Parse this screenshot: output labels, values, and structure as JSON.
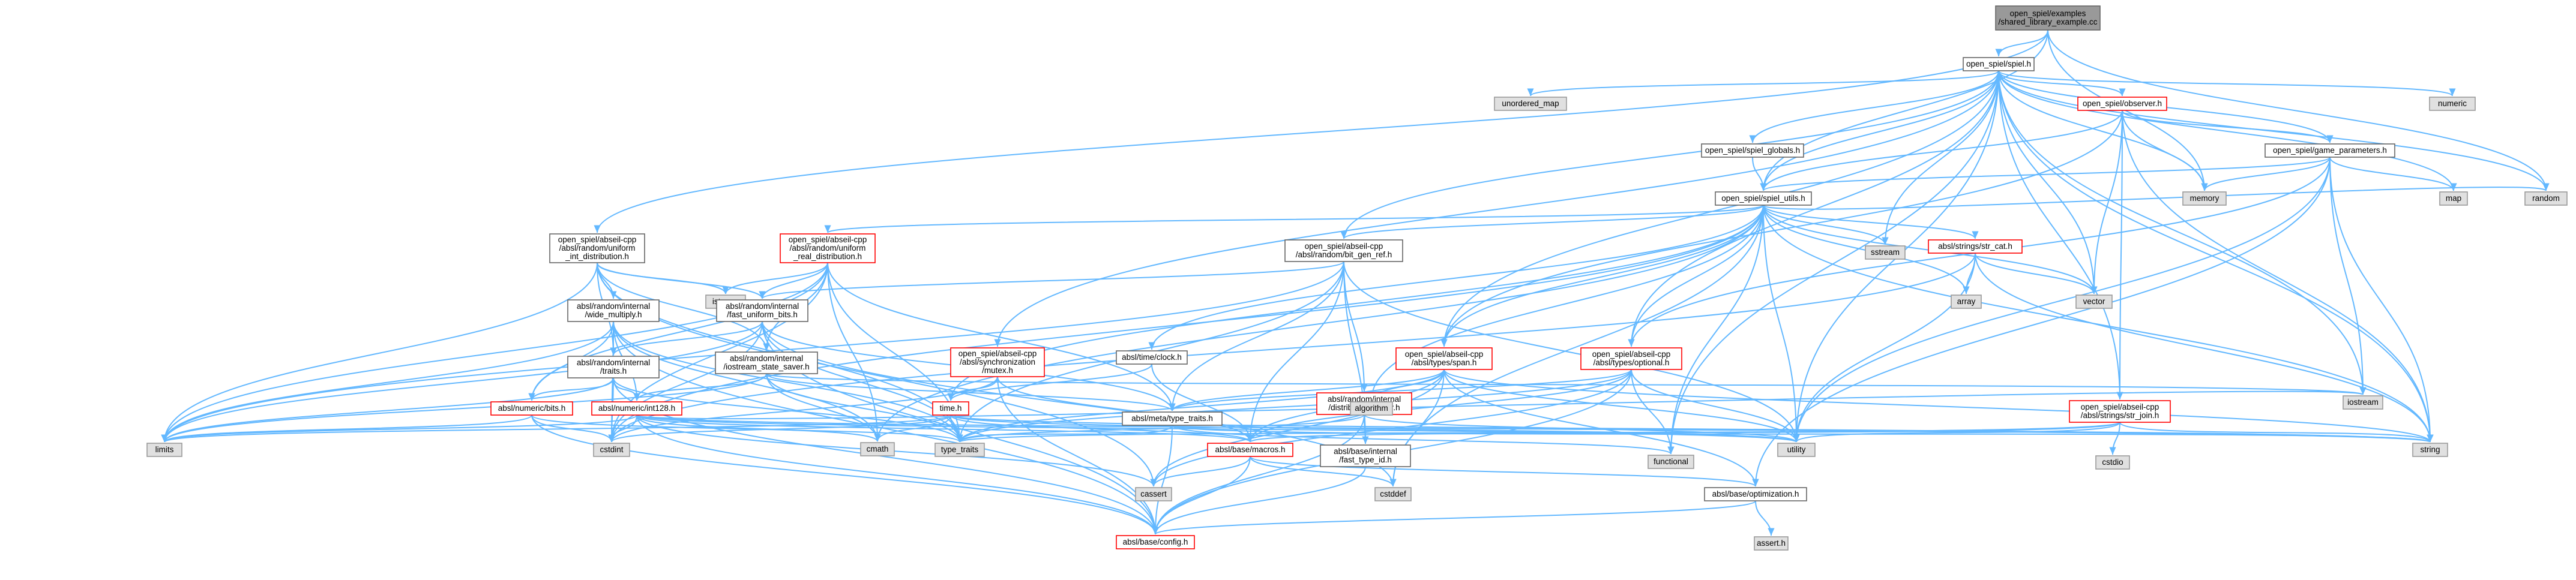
{
  "colors": {
    "background": "#ffffff",
    "node_fill": "#ffffff",
    "node_border": "#666666",
    "root_fill": "#999999",
    "root_border": "#666666",
    "system_fill": "#e0e0e0",
    "system_border": "#999999",
    "red_border": "#ff0000",
    "edge": "#63b8ff"
  },
  "nodes": [
    {
      "id": "root",
      "lines": [
        "open_spiel/examples",
        "/shared_library_example.cc"
      ],
      "kind": "root"
    },
    {
      "id": "spiel_h",
      "lines": [
        "open_spiel/spiel.h"
      ],
      "kind": "file"
    },
    {
      "id": "unordered_map",
      "lines": [
        "unordered_map"
      ],
      "kind": "system"
    },
    {
      "id": "spiel_globals",
      "lines": [
        "open_spiel/spiel_globals.h"
      ],
      "kind": "file"
    },
    {
      "id": "observer",
      "lines": [
        "open_spiel/observer.h"
      ],
      "kind": "red"
    },
    {
      "id": "game_parameters",
      "lines": [
        "open_spiel/game_parameters.h"
      ],
      "kind": "file"
    },
    {
      "id": "numeric",
      "lines": [
        "numeric"
      ],
      "kind": "system"
    },
    {
      "id": "memory",
      "lines": [
        "memory"
      ],
      "kind": "system"
    },
    {
      "id": "map",
      "lines": [
        "map"
      ],
      "kind": "system"
    },
    {
      "id": "random",
      "lines": [
        "random"
      ],
      "kind": "system"
    },
    {
      "id": "spiel_utils",
      "lines": [
        "open_spiel/spiel_utils.h"
      ],
      "kind": "file"
    },
    {
      "id": "sstream",
      "lines": [
        "sstream"
      ],
      "kind": "system"
    },
    {
      "id": "uniform_int",
      "lines": [
        "open_spiel/abseil-cpp",
        "/absl/random/uniform",
        "_int_distribution.h"
      ],
      "kind": "file"
    },
    {
      "id": "uniform_real",
      "lines": [
        "open_spiel/abseil-cpp",
        "/absl/random/uniform",
        "_real_distribution.h"
      ],
      "kind": "red"
    },
    {
      "id": "bit_gen_ref",
      "lines": [
        "open_spiel/abseil-cpp",
        "/absl/random/bit_gen_ref.h"
      ],
      "kind": "file"
    },
    {
      "id": "str_cat",
      "lines": [
        "absl/strings/str_cat.h"
      ],
      "kind": "red"
    },
    {
      "id": "array",
      "lines": [
        "array"
      ],
      "kind": "system"
    },
    {
      "id": "vector",
      "lines": [
        "vector"
      ],
      "kind": "system"
    },
    {
      "id": "istream",
      "lines": [
        "istream"
      ],
      "kind": "system"
    },
    {
      "id": "wide_multiply",
      "lines": [
        "absl/random/internal",
        "/wide_multiply.h"
      ],
      "kind": "file"
    },
    {
      "id": "fast_uniform_bits",
      "lines": [
        "absl/random/internal",
        "/fast_uniform_bits.h"
      ],
      "kind": "file"
    },
    {
      "id": "traits",
      "lines": [
        "absl/random/internal",
        "/traits.h"
      ],
      "kind": "file"
    },
    {
      "id": "iostream_state_saver",
      "lines": [
        "absl/random/internal",
        "/iostream_state_saver.h"
      ],
      "kind": "file"
    },
    {
      "id": "mutex",
      "lines": [
        "open_spiel/abseil-cpp",
        "/absl/synchronization",
        "/mutex.h"
      ],
      "kind": "red"
    },
    {
      "id": "clock",
      "lines": [
        "absl/time/clock.h"
      ],
      "kind": "file"
    },
    {
      "id": "span",
      "lines": [
        "open_spiel/abseil-cpp",
        "/absl/types/span.h"
      ],
      "kind": "red"
    },
    {
      "id": "optional",
      "lines": [
        "open_spiel/abseil-cpp",
        "/absl/types/optional.h"
      ],
      "kind": "red"
    },
    {
      "id": "distribution_caller",
      "lines": [
        "absl/random/internal",
        "/distribution_caller.h"
      ],
      "kind": "red"
    },
    {
      "id": "str_join",
      "lines": [
        "open_spiel/abseil-cpp",
        "/absl/strings/str_join.h"
      ],
      "kind": "red"
    },
    {
      "id": "iostream",
      "lines": [
        "iostream"
      ],
      "kind": "system"
    },
    {
      "id": "bits",
      "lines": [
        "absl/numeric/bits.h"
      ],
      "kind": "red"
    },
    {
      "id": "int128",
      "lines": [
        "absl/numeric/int128.h"
      ],
      "kind": "red"
    },
    {
      "id": "time",
      "lines": [
        "time.h"
      ],
      "kind": "red"
    },
    {
      "id": "algorithm",
      "lines": [
        "algorithm"
      ],
      "kind": "system"
    },
    {
      "id": "meta_type_traits",
      "lines": [
        "absl/meta/type_traits.h"
      ],
      "kind": "file"
    },
    {
      "id": "fast_type_id",
      "lines": [
        "absl/base/internal",
        "/fast_type_id.h"
      ],
      "kind": "file"
    },
    {
      "id": "utility",
      "lines": [
        "utility"
      ],
      "kind": "system"
    },
    {
      "id": "cstdio",
      "lines": [
        "cstdio"
      ],
      "kind": "system"
    },
    {
      "id": "string",
      "lines": [
        "string"
      ],
      "kind": "system"
    },
    {
      "id": "functional",
      "lines": [
        "functional"
      ],
      "kind": "system"
    },
    {
      "id": "limits",
      "lines": [
        "limits"
      ],
      "kind": "system"
    },
    {
      "id": "cstdint",
      "lines": [
        "cstdint"
      ],
      "kind": "system"
    },
    {
      "id": "type_traits",
      "lines": [
        "type_traits"
      ],
      "kind": "system"
    },
    {
      "id": "cmath",
      "lines": [
        "cmath"
      ],
      "kind": "system"
    },
    {
      "id": "macros",
      "lines": [
        "absl/base/macros.h"
      ],
      "kind": "red"
    },
    {
      "id": "cassert",
      "lines": [
        "cassert"
      ],
      "kind": "system"
    },
    {
      "id": "cstddef",
      "lines": [
        "cstddef"
      ],
      "kind": "system"
    },
    {
      "id": "optimization",
      "lines": [
        "absl/base/optimization.h"
      ],
      "kind": "file"
    },
    {
      "id": "config",
      "lines": [
        "absl/base/config.h"
      ],
      "kind": "red"
    },
    {
      "id": "assert_h",
      "lines": [
        "assert.h"
      ],
      "kind": "system"
    }
  ],
  "edges": [
    [
      "root",
      "spiel_h"
    ],
    [
      "root",
      "spiel_utils"
    ],
    [
      "root",
      "uniform_int"
    ],
    [
      "root",
      "memory"
    ],
    [
      "root",
      "random"
    ],
    [
      "spiel_h",
      "unordered_map"
    ],
    [
      "spiel_h",
      "spiel_globals"
    ],
    [
      "spiel_h",
      "observer"
    ],
    [
      "spiel_h",
      "game_parameters"
    ],
    [
      "spiel_h",
      "numeric"
    ],
    [
      "spiel_h",
      "memory"
    ],
    [
      "spiel_h",
      "map"
    ],
    [
      "spiel_h",
      "random"
    ],
    [
      "spiel_h",
      "spiel_utils"
    ],
    [
      "spiel_h",
      "sstream"
    ],
    [
      "spiel_h",
      "vector"
    ],
    [
      "spiel_h",
      "bit_gen_ref"
    ],
    [
      "spiel_h",
      "mutex"
    ],
    [
      "spiel_h",
      "span"
    ],
    [
      "spiel_h",
      "optional"
    ],
    [
      "spiel_h",
      "str_join"
    ],
    [
      "spiel_h",
      "iostream"
    ],
    [
      "spiel_h",
      "utility"
    ],
    [
      "spiel_h",
      "string"
    ],
    [
      "spiel_h",
      "functional"
    ],
    [
      "spiel_globals",
      "spiel_utils"
    ],
    [
      "observer",
      "game_parameters"
    ],
    [
      "observer",
      "memory"
    ],
    [
      "observer",
      "spiel_utils"
    ],
    [
      "observer",
      "vector"
    ],
    [
      "observer",
      "span"
    ],
    [
      "observer",
      "str_join"
    ],
    [
      "observer",
      "string"
    ],
    [
      "game_parameters",
      "memory"
    ],
    [
      "game_parameters",
      "map"
    ],
    [
      "game_parameters",
      "spiel_utils"
    ],
    [
      "game_parameters",
      "optional"
    ],
    [
      "game_parameters",
      "iostream"
    ],
    [
      "game_parameters",
      "string"
    ],
    [
      "game_parameters",
      "utility"
    ],
    [
      "game_parameters",
      "optimization"
    ],
    [
      "spiel_utils",
      "sstream"
    ],
    [
      "spiel_utils",
      "random"
    ],
    [
      "spiel_utils",
      "str_cat"
    ],
    [
      "spiel_utils",
      "array"
    ],
    [
      "spiel_utils",
      "vector"
    ],
    [
      "spiel_utils",
      "uniform_real"
    ],
    [
      "spiel_utils",
      "bit_gen_ref"
    ],
    [
      "spiel_utils",
      "span"
    ],
    [
      "spiel_utils",
      "optional"
    ],
    [
      "spiel_utils",
      "clock"
    ],
    [
      "spiel_utils",
      "time"
    ],
    [
      "spiel_utils",
      "cstdint"
    ],
    [
      "spiel_utils",
      "cmath"
    ],
    [
      "spiel_utils",
      "algorithm"
    ],
    [
      "spiel_utils",
      "utility"
    ],
    [
      "spiel_utils",
      "string"
    ],
    [
      "spiel_utils",
      "functional"
    ],
    [
      "spiel_utils",
      "cstddef"
    ],
    [
      "uniform_int",
      "istream"
    ],
    [
      "uniform_int",
      "limits"
    ],
    [
      "uniform_int",
      "type_traits"
    ],
    [
      "uniform_int",
      "cassert"
    ],
    [
      "uniform_int",
      "wide_multiply"
    ],
    [
      "uniform_int",
      "fast_uniform_bits"
    ],
    [
      "uniform_int",
      "traits"
    ],
    [
      "uniform_int",
      "iostream_state_saver"
    ],
    [
      "uniform_real",
      "istream"
    ],
    [
      "uniform_real",
      "limits"
    ],
    [
      "uniform_real",
      "type_traits"
    ],
    [
      "uniform_real",
      "cmath"
    ],
    [
      "uniform_real",
      "cstdint"
    ],
    [
      "uniform_real",
      "fast_uniform_bits"
    ],
    [
      "uniform_real",
      "iostream_state_saver"
    ],
    [
      "uniform_real",
      "meta_type_traits"
    ],
    [
      "uniform_real",
      "bits"
    ],
    [
      "bit_gen_ref",
      "fast_uniform_bits"
    ],
    [
      "bit_gen_ref",
      "distribution_caller"
    ],
    [
      "bit_gen_ref",
      "macros"
    ],
    [
      "bit_gen_ref",
      "meta_type_traits"
    ],
    [
      "bit_gen_ref",
      "fast_type_id"
    ],
    [
      "bit_gen_ref",
      "limits"
    ],
    [
      "bit_gen_ref",
      "type_traits"
    ],
    [
      "bit_gen_ref",
      "utility"
    ],
    [
      "str_cat",
      "array"
    ],
    [
      "str_cat",
      "vector"
    ],
    [
      "str_cat",
      "string"
    ],
    [
      "str_cat",
      "utility"
    ],
    [
      "str_cat",
      "cstdint"
    ],
    [
      "wide_multiply",
      "traits"
    ],
    [
      "wide_multiply",
      "int128"
    ],
    [
      "wide_multiply",
      "bits"
    ],
    [
      "wide_multiply",
      "cstdint"
    ],
    [
      "wide_multiply",
      "limits"
    ],
    [
      "wide_multiply",
      "type_traits"
    ],
    [
      "wide_multiply",
      "cmath"
    ],
    [
      "wide_multiply",
      "config"
    ],
    [
      "fast_uniform_bits",
      "traits"
    ],
    [
      "fast_uniform_bits",
      "limits"
    ],
    [
      "fast_uniform_bits",
      "type_traits"
    ],
    [
      "fast_uniform_bits",
      "cstddef"
    ],
    [
      "fast_uniform_bits",
      "cstdint"
    ],
    [
      "fast_uniform_bits",
      "meta_type_traits"
    ],
    [
      "fast_uniform_bits",
      "config"
    ],
    [
      "traits",
      "bits"
    ],
    [
      "traits",
      "int128"
    ],
    [
      "traits",
      "limits"
    ],
    [
      "traits",
      "type_traits"
    ],
    [
      "traits",
      "config"
    ],
    [
      "traits",
      "cstdint"
    ],
    [
      "iostream_state_saver",
      "int128"
    ],
    [
      "iostream_state_saver",
      "cmath"
    ],
    [
      "iostream_state_saver",
      "iostream"
    ],
    [
      "iostream_state_saver",
      "limits"
    ],
    [
      "iostream_state_saver",
      "type_traits"
    ],
    [
      "iostream_state_saver",
      "meta_type_traits"
    ],
    [
      "mutex",
      "time"
    ],
    [
      "mutex",
      "cstdint"
    ],
    [
      "mutex",
      "macros"
    ],
    [
      "mutex",
      "config"
    ],
    [
      "clock",
      "time"
    ],
    [
      "clock",
      "macros"
    ],
    [
      "span",
      "algorithm"
    ],
    [
      "span",
      "cassert"
    ],
    [
      "span",
      "cstddef"
    ],
    [
      "span",
      "type_traits"
    ],
    [
      "span",
      "utility"
    ],
    [
      "span",
      "macros"
    ],
    [
      "span",
      "meta_type_traits"
    ],
    [
      "span",
      "optimization"
    ],
    [
      "span",
      "string"
    ],
    [
      "optional",
      "functional"
    ],
    [
      "optional",
      "type_traits"
    ],
    [
      "optional",
      "utility"
    ],
    [
      "optional",
      "meta_type_traits"
    ],
    [
      "optional",
      "config"
    ],
    [
      "optional",
      "cassert"
    ],
    [
      "optional",
      "macros"
    ],
    [
      "distribution_caller",
      "utility"
    ],
    [
      "distribution_caller",
      "type_traits"
    ],
    [
      "distribution_caller",
      "fast_type_id"
    ],
    [
      "distribution_caller",
      "config"
    ],
    [
      "str_join",
      "cstdio"
    ],
    [
      "str_join",
      "string"
    ],
    [
      "str_join",
      "utility"
    ],
    [
      "str_join",
      "type_traits"
    ],
    [
      "str_join",
      "macros"
    ],
    [
      "bits",
      "limits"
    ],
    [
      "bits",
      "type_traits"
    ],
    [
      "bits",
      "cstdint"
    ],
    [
      "bits",
      "config"
    ],
    [
      "int128",
      "cassert"
    ],
    [
      "int128",
      "cmath"
    ],
    [
      "int128",
      "cstdint"
    ],
    [
      "int128",
      "iostream"
    ],
    [
      "int128",
      "limits"
    ],
    [
      "int128",
      "string"
    ],
    [
      "int128",
      "utility"
    ],
    [
      "int128",
      "config"
    ],
    [
      "int128",
      "macros"
    ],
    [
      "time",
      "cmath"
    ],
    [
      "time",
      "cstdint"
    ],
    [
      "time",
      "limits"
    ],
    [
      "time",
      "string"
    ],
    [
      "time",
      "type_traits"
    ],
    [
      "time",
      "utility"
    ],
    [
      "time",
      "macros"
    ],
    [
      "meta_type_traits",
      "functional"
    ],
    [
      "meta_type_traits",
      "string"
    ],
    [
      "meta_type_traits",
      "type_traits"
    ],
    [
      "meta_type_traits",
      "config"
    ],
    [
      "fast_type_id",
      "config"
    ],
    [
      "macros",
      "cassert"
    ],
    [
      "macros",
      "cstddef"
    ],
    [
      "macros",
      "optimization"
    ],
    [
      "macros",
      "config"
    ],
    [
      "optimization",
      "assert_h"
    ],
    [
      "optimization",
      "config"
    ]
  ]
}
